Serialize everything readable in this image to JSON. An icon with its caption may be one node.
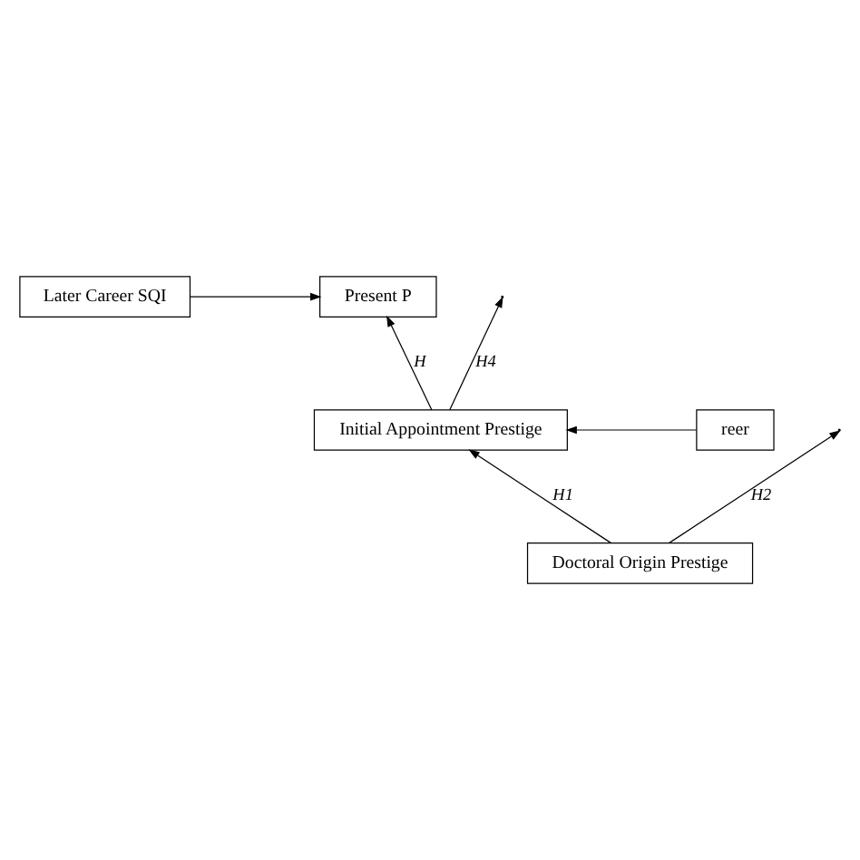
{
  "diagram": {
    "nodes": [
      {
        "text": [
          "Later Career SQI"
        ]
      },
      {
        "text": [
          "Present P"
        ]
      },
      {
        "text": [
          "reer"
        ]
      },
      {
        "text": [
          "Initial Appointment Prestige"
        ]
      },
      {
        "text": [
          "Doctoral Origin Prestige"
        ]
      }
    ],
    "edges": [
      {
        "from": 0,
        "to": 1,
        "arrow": "to"
      },
      {
        "from": 3,
        "to": null,
        "arrow": "to",
        "label": "H4"
      },
      {
        "from": 3,
        "to": 1,
        "arrow": "to",
        "label": "H"
      },
      {
        "from": 2,
        "to": 3,
        "arrow": "to"
      },
      {
        "from": 4,
        "to": null,
        "arrow": "to",
        "label": "H2"
      },
      {
        "from": 4,
        "to": 3,
        "arrow": "to",
        "label": "H1"
      }
    ]
  }
}
